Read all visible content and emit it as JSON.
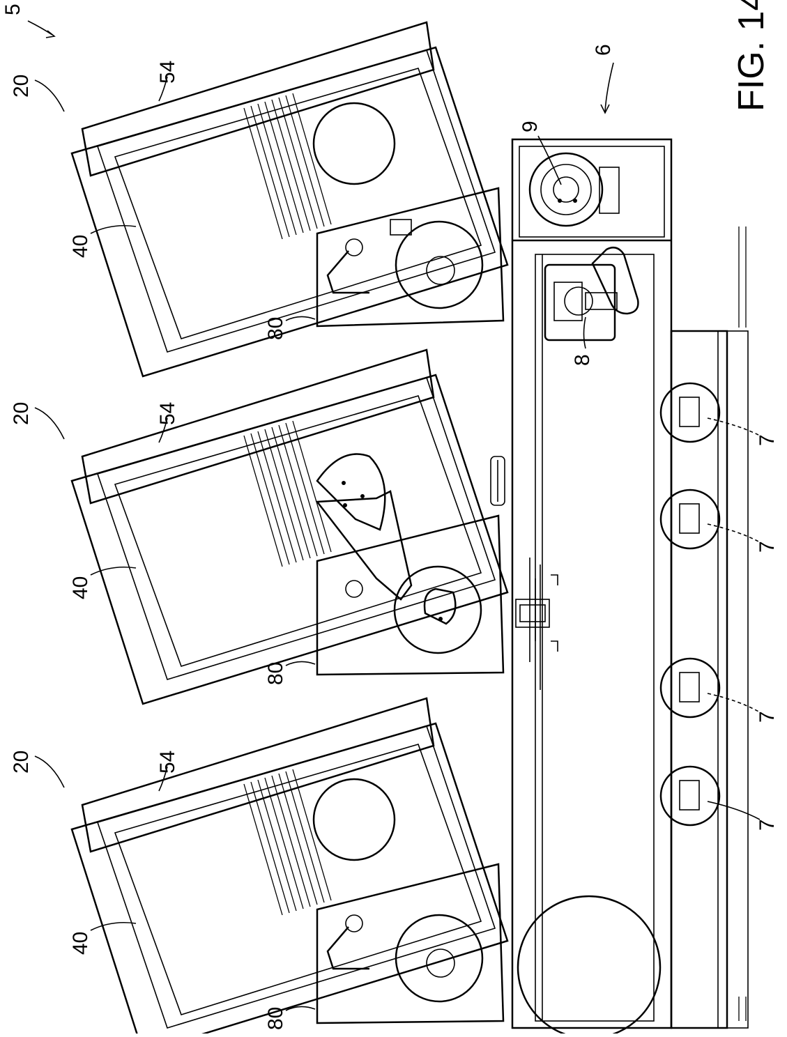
{
  "figure": {
    "title": "FIG. 14",
    "labels": {
      "system": "5",
      "transfer_unit": "6",
      "process_module": "20",
      "chamber": "40",
      "door": "54",
      "base": "80",
      "robot": "8",
      "aligner": "9",
      "load_port": "7"
    }
  }
}
